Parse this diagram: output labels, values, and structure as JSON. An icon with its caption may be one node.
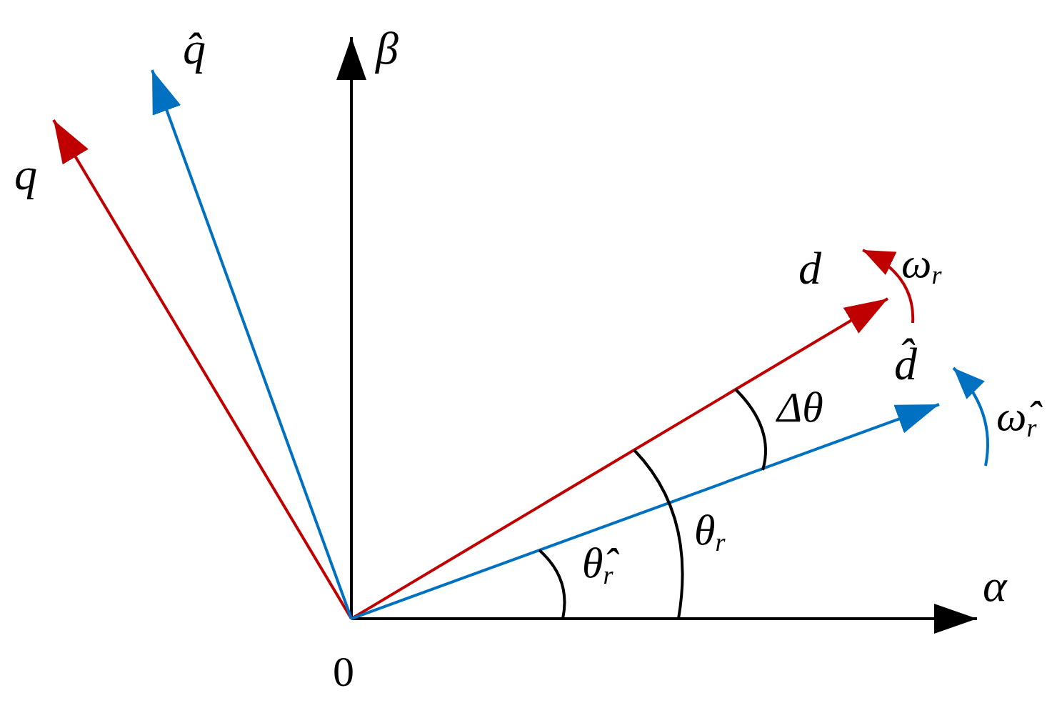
{
  "diagram": {
    "nodes": [
      {
        "text": [
          "α"
        ]
      },
      {
        "text": [
          "β"
        ]
      },
      {
        "text": [
          "d"
        ]
      },
      {
        "text": [
          "d̂"
        ]
      },
      {
        "text": [
          "q"
        ]
      },
      {
        "text": [
          "q̂"
        ]
      }
    ],
    "edges": [
      {
        "from": null,
        "to": 0,
        "arrow": "to"
      },
      {
        "from": null,
        "to": 1,
        "arrow": "to"
      },
      {
        "from": null,
        "to": 2,
        "arrow": "to",
        "color": "#c00000"
      },
      {
        "from": null,
        "to": 3,
        "arrow": "to",
        "color": "#0070c0"
      },
      {
        "from": null,
        "to": 4,
        "arrow": "to",
        "color": "#c00000"
      },
      {
        "from": null,
        "to": 5,
        "arrow": "to",
        "color": "#0070c0"
      }
    ],
    "labels": [
      "0",
      "Δθ",
      "θ̂$_{r}$",
      "θ$_{r}$",
      "ω$_{r}$",
      "ω̂$_{r}$"
    ]
  }
}
